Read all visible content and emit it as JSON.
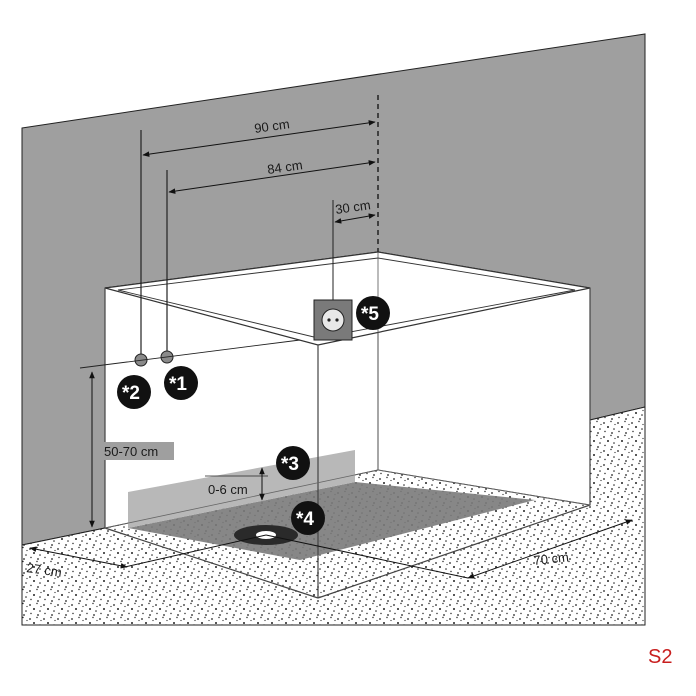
{
  "dimensions": {
    "width_90": "90 cm",
    "width_84": "84 cm",
    "socket_offset": "30 cm",
    "height_range": "50-70 cm",
    "tray_height": "0-6 cm",
    "left_depth": "27 cm",
    "right_depth": "70 cm"
  },
  "markers": [
    "*1",
    "*2",
    "*3",
    "*4",
    "*5"
  ],
  "page_label": "S2",
  "colors": {
    "wall": "#9f9f9f",
    "floor_dots": "#222222",
    "marker_fill": "#111111",
    "page_label": "#c81e1e",
    "tray": "#6e6e6e"
  }
}
